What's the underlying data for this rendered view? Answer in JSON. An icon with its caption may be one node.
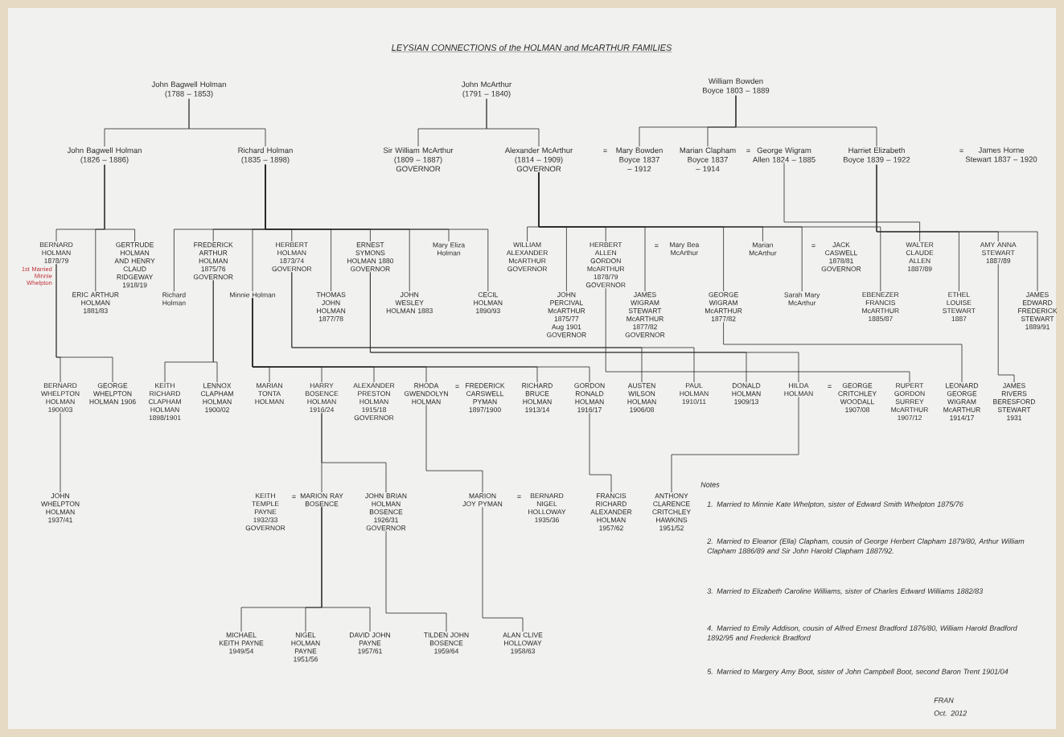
{
  "diagram": {
    "title": "LEYSIAN CONNECTIONS of the HOLMAN and McARTHUR FAMILIES",
    "nodes": [
      {
        "text": [
          "John Bagwell Holman (1788 – 1853)"
        ]
      },
      {
        "text": [
          "John McArthur (1791 – 1840)"
        ]
      },
      {
        "text": [
          "William Bowden Boyce 1803 – 1889"
        ]
      },
      {
        "text": [
          "John Bagwell Holman (1826 – 1886)"
        ]
      },
      {
        "text": [
          "Richard Holman (1835 – 1898)"
        ]
      },
      {
        "text": [
          "Sir William McArthur (1809 – 1887) GOVERNOR"
        ]
      },
      {
        "text": [
          "Alexander McArthur (1814 – 1909) GOVERNOR"
        ]
      },
      {
        "text": [
          "Mary Bowden Boyce 1837 – 1912"
        ]
      },
      {
        "text": [
          "Marian Clapham Boyce 1837 – 1914"
        ]
      },
      {
        "text": [
          "George Wigram Allen 1824 – 1885"
        ]
      },
      {
        "text": [
          "Harriet Elizabeth Boyce 1839 – 1922"
        ]
      },
      {
        "text": [
          "James Horne Stewart 1837 – 1920"
        ]
      },
      {
        "text": [
          "BERNARD HOLMAN 1878/79"
        ],
        "beside": [
          "1st Married Minnie Whelpton"
        ]
      },
      {
        "text": [
          "ERIC ARTHUR HOLMAN 1881/83"
        ]
      },
      {
        "text": [
          "GERTRUDE HOLMAN AND HENRY CLAUD RIDGEWAY 1918/19"
        ]
      },
      {
        "text": [
          "Richard Holman"
        ]
      },
      {
        "text": [
          "FREDERICK ARTHUR HOLMAN 1875/76 GOVERNOR"
        ]
      },
      {
        "text": [
          "Minnie Holman"
        ]
      },
      {
        "text": [
          "HERBERT HOLMAN 1873/74 GOVERNOR"
        ]
      },
      {
        "text": [
          "THOMAS JOHN HOLMAN 1877/78"
        ]
      },
      {
        "text": [
          "ERNEST SYMONS HOLMAN 1880 GOVERNOR"
        ]
      },
      {
        "text": [
          "JOHN WESLEY HOLMAN 1883"
        ]
      },
      {
        "text": [
          "Mary Eliza Holman"
        ]
      },
      {
        "text": [
          "CECIL HOLMAN 1890/93"
        ]
      },
      {
        "text": [
          "WILLIAM ALEXANDER McARTHUR GOVERNOR"
        ]
      },
      {
        "text": [
          "JOHN PERCIVAL McARTHUR 1875/77 Aug 1901 GOVERNOR"
        ]
      },
      {
        "text": [
          "HERBERT ALLEN GORDON McARTHUR 1878/79 GOVERNOR"
        ]
      },
      {
        "text": [
          "JAMES WIGRAM STEWART McARTHUR 1877/82 GOVERNOR"
        ]
      },
      {
        "text": [
          "Mary Bea McArthur"
        ]
      },
      {
        "text": [
          "GEORGE WIGRAM McARTHUR 1877/82"
        ]
      },
      {
        "text": [
          "Marian McArthur"
        ]
      },
      {
        "text": [
          "Sarah Mary McArthur"
        ]
      },
      {
        "text": [
          "JACK CASWELL 1878/81 GOVERNOR"
        ]
      },
      {
        "text": [
          "EBENEZER FRANCIS McARTHUR 1885/87"
        ]
      },
      {
        "text": [
          "WALTER CLAUDE ALLEN 1887/89"
        ]
      },
      {
        "text": [
          "ETHEL LOUISE STEWART 1887"
        ]
      },
      {
        "text": [
          "AMY ANNA STEWART 1887/89"
        ]
      },
      {
        "text": [
          "JAMES EDWARD FREDERICK STEWART 1889/91"
        ]
      },
      {
        "text": [
          "BERNARD WHELPTON HOLMAN 1900/03"
        ]
      },
      {
        "text": [
          "GEORGE WHELPTON HOLMAN 1906"
        ]
      },
      {
        "text": [
          "KEITH RICHARD CLAPHAM HOLMAN 1898/1901"
        ]
      },
      {
        "text": [
          "LENNOX CLAPHAM HOLMAN 1900/02"
        ]
      },
      {
        "text": [
          "MARIAN TONTA HOLMAN"
        ]
      },
      {
        "text": [
          "HARRY BOSENCE HOLMAN 1916/24"
        ]
      },
      {
        "text": [
          "ALEXANDER PRESTON HOLMAN 1915/18 GOVERNOR"
        ]
      },
      {
        "text": [
          "RHODA GWENDOLYN HOLMAN"
        ]
      },
      {
        "text": [
          "FREDERICK CARSWELL PYMAN 1897/1900"
        ]
      },
      {
        "text": [
          "RICHARD BRUCE HOLMAN 1913/14"
        ]
      },
      {
        "text": [
          "GORDON RONALD HOLMAN 1916/17"
        ]
      },
      {
        "text": [
          "AUSTEN WILSON HOLMAN 1906/08"
        ]
      },
      {
        "text": [
          "PAUL HOLMAN 1910/11"
        ]
      },
      {
        "text": [
          "DONALD HOLMAN 1909/13"
        ]
      },
      {
        "text": [
          "HILDA HOLMAN"
        ]
      },
      {
        "text": [
          "GEORGE CRITCHLEY WOODALL 1907/08"
        ]
      },
      {
        "text": [
          "RUPERT GORDON SURREY McARTHUR 1907/12"
        ]
      },
      {
        "text": [
          "LEONARD GEORGE WIGRAM McARTHUR 1914/17"
        ]
      },
      {
        "text": [
          "JAMES RIVERS BERESFORD STEWART 1931"
        ]
      },
      {
        "text": [
          "JOHN WHELPTON HOLMAN 1937/41"
        ]
      },
      {
        "text": [
          "KEITH TEMPLE PAYNE 1932/33 GOVERNOR"
        ]
      },
      {
        "text": [
          "MARION RAY BOSENCE"
        ]
      },
      {
        "text": [
          "JOHN BRIAN HOLMAN BOSENCE 1926/31 GOVERNOR"
        ]
      },
      {
        "text": [
          "MARION JOY PYMAN"
        ]
      },
      {
        "text": [
          "BERNARD NIGEL HOLLOWAY 1935/36"
        ]
      },
      {
        "text": [
          "FRANCIS RICHARD ALEXANDER HOLMAN 1957/62"
        ]
      },
      {
        "text": [
          "ANTHONY CLARENCE CRITCHLEY HAWKINS 1951/52"
        ]
      },
      {
        "text": [
          "MICHAEL KEITH PAYNE 1949/54"
        ]
      },
      {
        "text": [
          "NIGEL HOLMAN PAYNE 1951/56"
        ]
      },
      {
        "text": [
          "DAVID JOHN PAYNE 1957/61"
        ]
      },
      {
        "text": [
          "TILDEN JOHN BOSENCE 1959/64"
        ]
      },
      {
        "text": [
          "ALAN CLIVE HOLLOWAY 1958/63"
        ]
      }
    ],
    "edges": [
      {
        "from": 0,
        "to": 3,
        "arrow": "none"
      },
      {
        "from": 0,
        "to": 4,
        "arrow": "none"
      },
      {
        "from": 1,
        "to": 5,
        "arrow": "none"
      },
      {
        "from": 1,
        "to": 6,
        "arrow": "none"
      },
      {
        "from": 2,
        "to": 7,
        "arrow": "none"
      },
      {
        "from": 2,
        "to": 8,
        "arrow": "none"
      },
      {
        "from": 2,
        "to": 10,
        "arrow": "none"
      },
      {
        "from": 3,
        "to": 12,
        "arrow": "none"
      },
      {
        "from": 3,
        "to": 13,
        "arrow": "none"
      },
      {
        "from": 3,
        "to": 14,
        "arrow": "none"
      },
      {
        "from": 4,
        "to": 15,
        "arrow": "none"
      },
      {
        "from": 4,
        "to": 16,
        "arrow": "none"
      },
      {
        "from": 4,
        "to": 17,
        "arrow": "none"
      },
      {
        "from": 4,
        "to": 18,
        "arrow": "none"
      },
      {
        "from": 4,
        "to": 19,
        "arrow": "none"
      },
      {
        "from": 4,
        "to": 20,
        "arrow": "none"
      },
      {
        "from": 4,
        "to": 21,
        "arrow": "none"
      },
      {
        "from": 4,
        "to": 22,
        "arrow": "none"
      },
      {
        "from": 4,
        "to": 23,
        "arrow": "none"
      },
      {
        "from": 6,
        "to": 24,
        "arrow": "none"
      },
      {
        "from": 6,
        "to": 25,
        "arrow": "none"
      },
      {
        "from": 6,
        "to": 26,
        "arrow": "none"
      },
      {
        "from": 6,
        "to": 27,
        "arrow": "none"
      },
      {
        "from": 6,
        "to": 29,
        "arrow": "none"
      },
      {
        "from": 6,
        "to": 30,
        "arrow": "none"
      },
      {
        "from": 6,
        "to": 31,
        "arrow": "none"
      },
      {
        "from": 6,
        "to": 33,
        "arrow": "none"
      },
      {
        "from": 9,
        "to": 34,
        "arrow": "none"
      },
      {
        "from": 10,
        "to": 35,
        "arrow": "none"
      },
      {
        "from": 10,
        "to": 36,
        "arrow": "none"
      },
      {
        "from": 10,
        "to": 37,
        "arrow": "none"
      },
      {
        "from": 12,
        "to": 38,
        "arrow": "none"
      },
      {
        "from": 12,
        "to": 39,
        "arrow": "none"
      },
      {
        "from": 16,
        "to": 40,
        "arrow": "none"
      },
      {
        "from": 16,
        "to": 41,
        "arrow": "none"
      },
      {
        "from": 17,
        "to": 42,
        "arrow": "none"
      },
      {
        "from": 17,
        "to": 43,
        "arrow": "none"
      },
      {
        "from": 17,
        "to": 44,
        "arrow": "none"
      },
      {
        "from": 17,
        "to": 45,
        "arrow": "none"
      },
      {
        "from": 17,
        "to": 47,
        "arrow": "none"
      },
      {
        "from": 17,
        "to": 48,
        "arrow": "none"
      },
      {
        "from": 18,
        "to": 49,
        "arrow": "none"
      },
      {
        "from": 18,
        "to": 50,
        "arrow": "none"
      },
      {
        "from": 20,
        "to": 51,
        "arrow": "none"
      },
      {
        "from": 20,
        "to": 52,
        "arrow": "none"
      },
      {
        "from": 26,
        "to": 54,
        "arrow": "none"
      },
      {
        "from": 29,
        "to": 55,
        "arrow": "none"
      },
      {
        "from": 36,
        "to": 56,
        "arrow": "none"
      },
      {
        "from": 38,
        "to": 57,
        "arrow": "none"
      },
      {
        "from": 43,
        "to": 59,
        "arrow": "none"
      },
      {
        "from": 43,
        "to": 60,
        "arrow": "none"
      },
      {
        "from": 45,
        "to": 61,
        "arrow": "none"
      },
      {
        "from": 48,
        "to": 63,
        "arrow": "none"
      },
      {
        "from": 52,
        "to": 64,
        "arrow": "none"
      },
      {
        "from": 59,
        "to": 65,
        "arrow": "none"
      },
      {
        "from": 59,
        "to": 66,
        "arrow": "none"
      },
      {
        "from": 59,
        "to": 67,
        "arrow": "none"
      },
      {
        "from": 60,
        "to": 68,
        "arrow": "none"
      },
      {
        "from": 61,
        "to": 69,
        "arrow": "none"
      }
    ],
    "labels": [
      "=",
      "=",
      "=",
      "=",
      "=",
      "=",
      "=",
      "=",
      "=",
      "Notes",
      "1. Married to Minnie Kate Whelpton, sister of Edward Smith Whelpton 1875/76",
      "2. Married to Eleanor (Ella) Clapham, cousin of George Herbert Clapham 1879/80, Arthur William Clapham 1886/89 and Sir John Harold Clapham 1887/92.",
      "3. Married to Elizabeth Caroline Williams, sister of Charles Edward Williams 1882/83",
      "4. Married to Emily Addison, cousin of Alfred Ernest Bradford 1876/80, William Harold Bradford 1892/95 and Frederick Bradford",
      "5. Married to Margery Amy Boot, sister of John Campbell Boot, second Baron Trent 1901/04",
      "FRAN",
      "Oct. 2012"
    ]
  }
}
